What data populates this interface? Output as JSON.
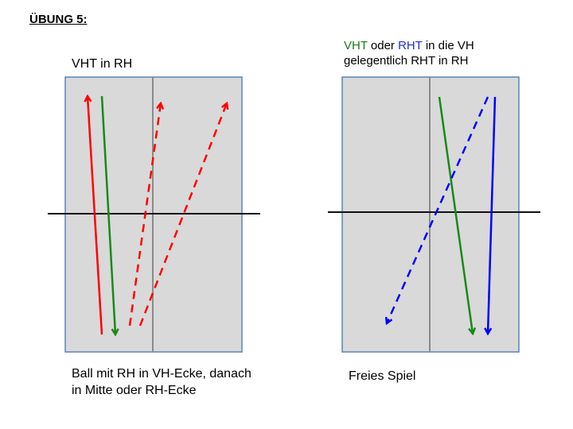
{
  "title": "ÜBUNG 5:",
  "left_panel": {
    "top_label": "VHT in RH",
    "bottom_label": "Ball mit RH in VH-Ecke, danach in Mitte oder RH-Ecke"
  },
  "right_panel": {
    "top_label_part1": "VHT",
    "top_label_part2": " oder ",
    "top_label_part3": "RHT",
    "top_label_part4": " in die VH",
    "top_label_line2": "gelegentlich RHT in RH",
    "bottom_label": "Freies Spiel"
  },
  "colors": {
    "table_fill": "#d9d9d9",
    "table_border": "#5b84b8",
    "center_line": "#8a8a8a",
    "net": "#111111",
    "red": "#ff0000",
    "green": "#178a17",
    "blue": "#0000ff",
    "label_green": "#1a7a1a",
    "label_blue": "#1f2fd6"
  }
}
